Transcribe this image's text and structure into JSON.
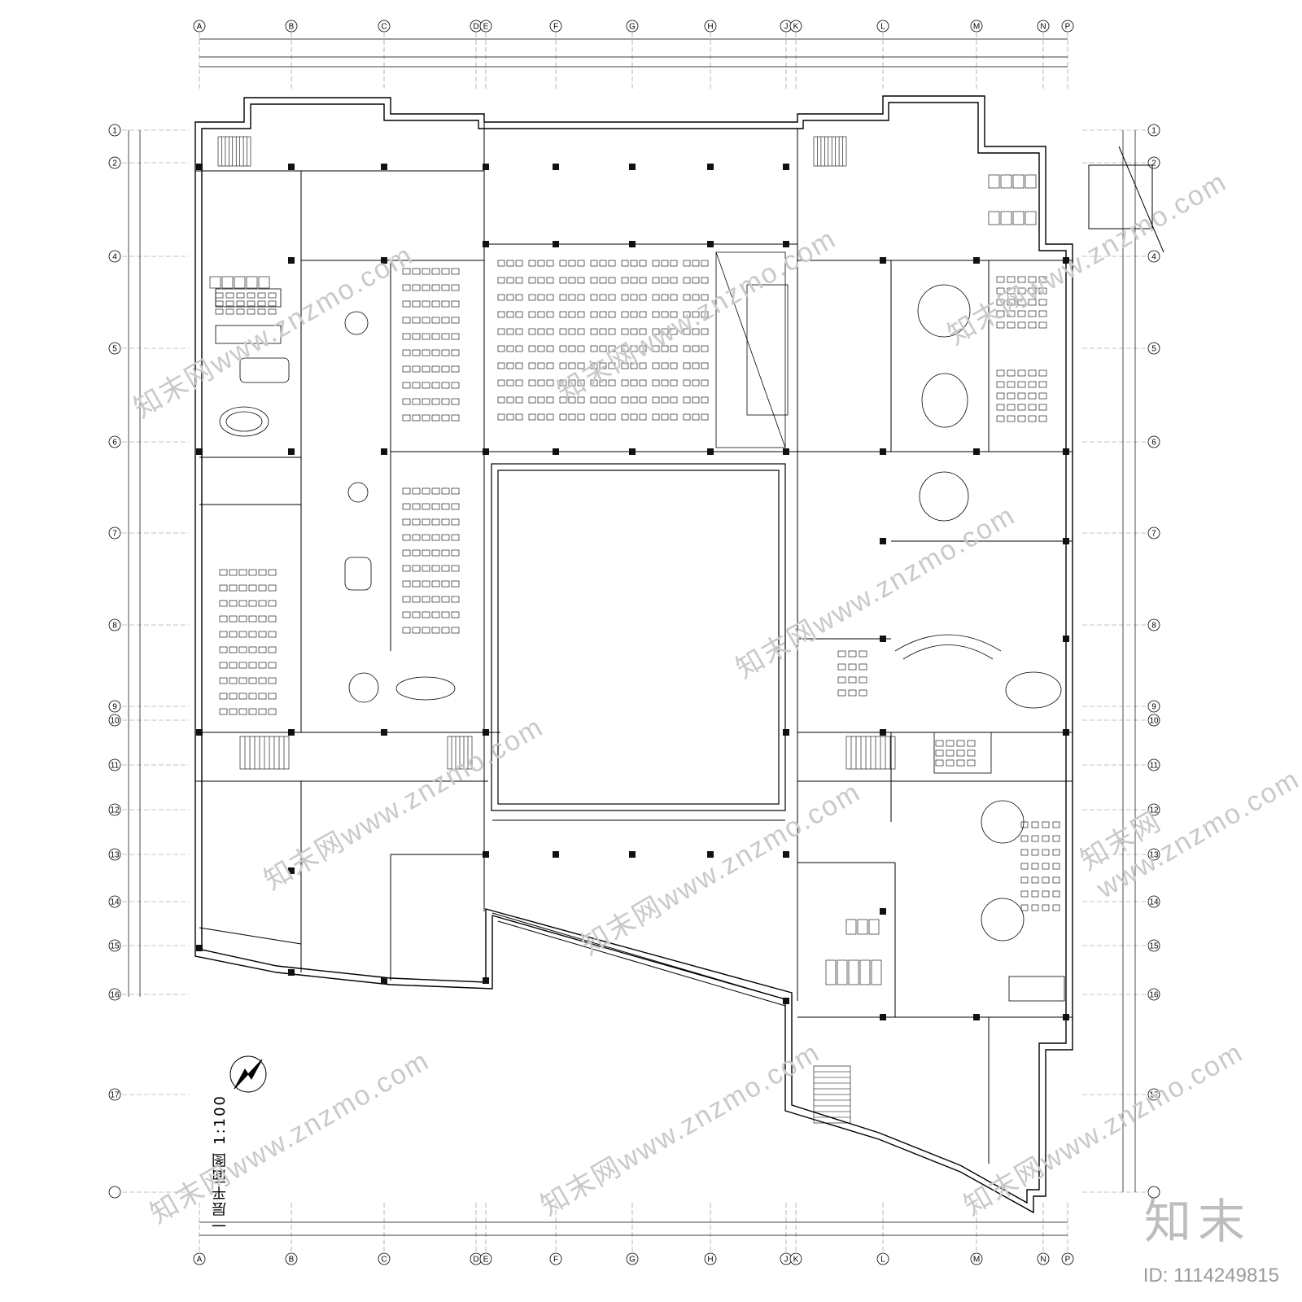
{
  "plan": {
    "title": "一层平面图 1:100"
  },
  "axes": {
    "columns": [
      "A",
      "B",
      "C",
      "D",
      "E",
      "F",
      "G",
      "H",
      "J",
      "K",
      "L",
      "M",
      "N",
      "P"
    ],
    "rows": [
      "1",
      "2",
      "4",
      "5",
      "6",
      "7",
      "8",
      "9",
      "10",
      "11",
      "12",
      "13",
      "14",
      "15",
      "16",
      "17"
    ]
  },
  "watermark": {
    "text": "知末网www.znzmo.com",
    "brand": "知末",
    "id_text": "ID: 1114249815"
  }
}
